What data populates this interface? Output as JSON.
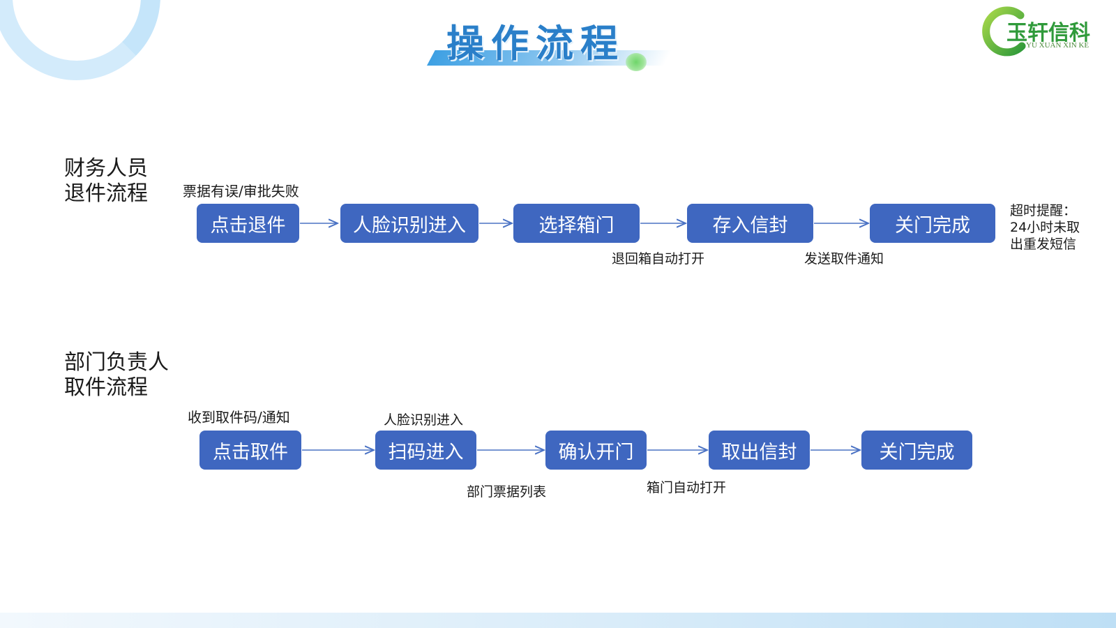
{
  "title": "操作流程",
  "logo": {
    "name": "玉轩信科",
    "subtitle": "YU XUAN XIN KE"
  },
  "flows": [
    {
      "label_line1": "财务人员",
      "label_line2": "退件流程",
      "steps": [
        "点击退件",
        "人脸识别进入",
        "选择箱门",
        "存入信封",
        "关门完成"
      ],
      "notes": {
        "trigger": "票据有误/审批失败",
        "after_step3": "退回箱自动打开",
        "after_step4": "发送取件通知",
        "reminder_line1": "超时提醒：",
        "reminder_line2": "24小时未取",
        "reminder_line3": "出重发短信"
      }
    },
    {
      "label_line1": "部门负责人",
      "label_line2": "取件流程",
      "steps": [
        "点击取件",
        "扫码进入",
        "确认开门",
        "取出信封",
        "关门完成"
      ],
      "notes": {
        "trigger": "收到取件码/通知",
        "above_step2": "人脸识别进入",
        "after_step2": "部门票据列表",
        "after_step3": "箱门自动打开"
      }
    }
  ],
  "colors": {
    "box_fill": "#3f67c0",
    "box_text": "#ffffff",
    "arrow": "#4a72c4",
    "title": "#2a7fc9",
    "logo_green": "#2f9a3a"
  }
}
